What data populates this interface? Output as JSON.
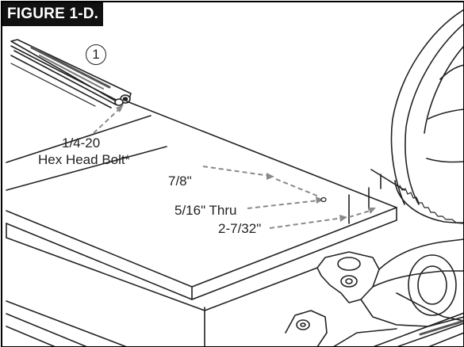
{
  "figure": {
    "title": "FIGURE 1-D.",
    "callout_number": "1"
  },
  "labels": {
    "bolt_size": "1/4-20",
    "bolt_type": "Hex Head Bolt*",
    "depth": "7/8\"",
    "hole": "5/16\" Thru",
    "edge_distance": "2-7/32\""
  },
  "colors": {
    "ink": "#222222",
    "leader": "#8a8a8a",
    "title_bg": "#111111"
  }
}
